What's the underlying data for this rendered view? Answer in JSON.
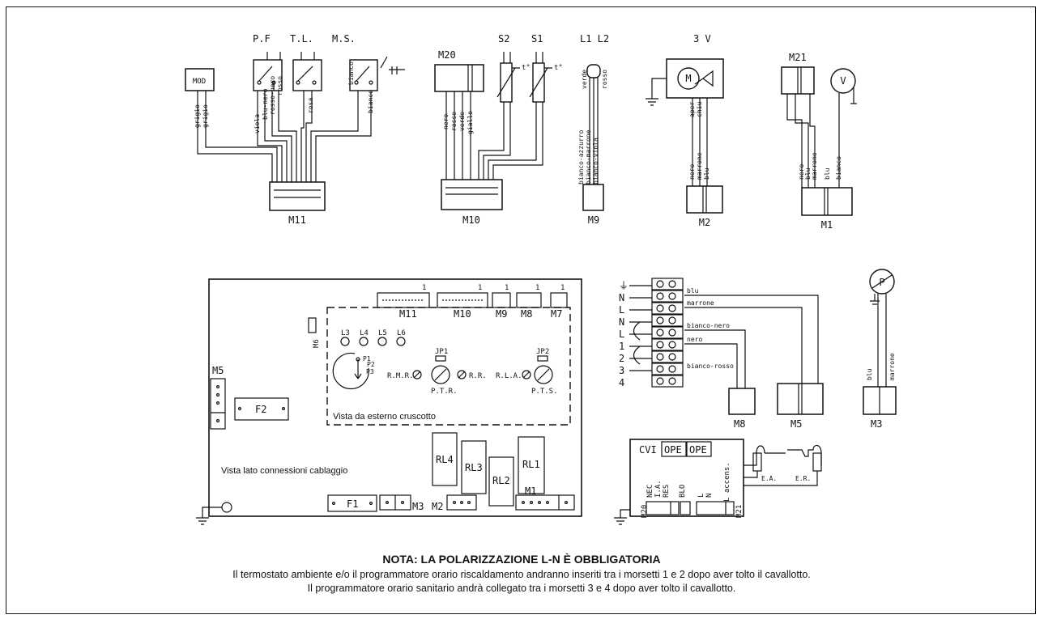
{
  "note": {
    "title": "NOTA: LA POLARIZZAZIONE L-N È OBBLIGATORIA",
    "line1": "Il termostato ambiente e/o il programmatore orario riscaldamento andranno inseriti tra i morsetti 1 e 2 dopo aver tolto il cavallotto.",
    "line2": "Il programmatore orario sanitario andrà collegato tra i morsetti 3 e 4 dopo aver tolto il cavallotto."
  },
  "top_components": {
    "mod": "MOD",
    "pf": "P.F",
    "tl": "T.L.",
    "ms": "M.S.",
    "m20": "M20",
    "s2": "S2",
    "s1": "S1",
    "l1l2": "L1 L2",
    "v3": "3 V",
    "motor": "M",
    "m21": "M21",
    "voltmeter": "V",
    "temp_symbol": "t°"
  },
  "connector_labels": {
    "m11": "M11",
    "m10": "M10",
    "m9": "M9",
    "m2": "M2",
    "m1": "M1",
    "m8": "M8",
    "m5": "M5",
    "m3": "M3",
    "pump": "P"
  },
  "wire_labels": {
    "grigio_a": "grigio",
    "grigio_b": "grigio",
    "viola": "viola",
    "blu_nero": "blu-nero",
    "rosso_nero": "rosso-nero",
    "rosso_a": "rosso",
    "rosa": "rosa",
    "bianco_a": "bianco",
    "bianco_b": "bianco",
    "nero_a": "nero",
    "rosso_b": "rosso",
    "verde_a": "verde",
    "giallo": "giallo",
    "verde_b": "verde",
    "rosso_c": "rosso",
    "bianco_azzurro": "bianco-azzurro",
    "bianco_marrone": "bianco-marrone",
    "bianco_viola": "bianco-viola",
    "aper": "aper",
    "chiu": "chiu",
    "nero_b": "nero",
    "marrone_a": "marrone",
    "blu_a": "blu",
    "nero_c": "nero",
    "blu_b": "blu",
    "marrone_b": "marrone",
    "blu_c": "blu",
    "bianco_c": "bianco"
  },
  "board": {
    "m11": "M11",
    "m10": "M10",
    "m9": "M9",
    "m8": "M8",
    "m7": "M7",
    "pin1": "1",
    "m6": "M6",
    "m5": "M5",
    "f2": "F2",
    "f1": "F1",
    "m3": "M3",
    "m2": "M2",
    "m1": "M1",
    "rl4": "RL4",
    "rl3": "RL3",
    "rl2": "RL2",
    "rl1": "RL1",
    "l3": "L3",
    "l4": "L4",
    "l5": "L5",
    "l6": "L6",
    "jp1": "JP1",
    "jp2": "JP2",
    "p1": "P1",
    "p2": "P2",
    "p3": "P3",
    "rmr": "R.M.R.",
    "rr": "R.R.",
    "rla": "R.L.A.",
    "ptr": "P.T.R.",
    "pts": "P.T.S.",
    "vista_esterno": "Vista da esterno cruscotto",
    "vista_lato": "Vista lato connessioni cablaggio"
  },
  "terminal_block": {
    "rows": [
      "⏚",
      "N",
      "L",
      "N",
      "L",
      "1",
      "2",
      "3",
      "4"
    ],
    "blu": "blu",
    "marrone": "marrone",
    "bianco_nero": "bianco-nero",
    "nero": "nero",
    "bianco_rosso": "bianco-rosso",
    "m8": "M8",
    "m5": "M5",
    "m3": "M3",
    "m3_blu": "blu",
    "m3_marrone": "marrone"
  },
  "ignition": {
    "cvi": "CVI",
    "ope1": "OPE",
    "ope2": "OPE",
    "m20": "M20",
    "m21": "M21",
    "nec": "NEC",
    "ia": "I.A.",
    "res": "RES",
    "blo": "BLO",
    "l": "L",
    "n": "N",
    "l_accens": "L accens.",
    "ea": "E.A.",
    "er": "E.R."
  }
}
